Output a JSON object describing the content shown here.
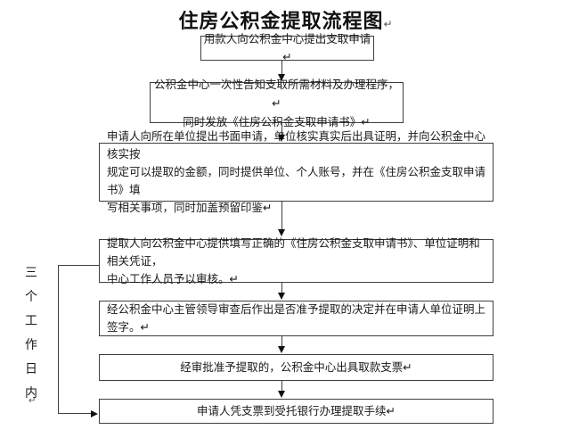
{
  "colors": {
    "background": "#ffffff",
    "text": "#1a1a1a",
    "border": "#3f3f3f",
    "arrow": "#111111"
  },
  "title": {
    "text": "住房公积金提取流程图",
    "return_mark": "↵"
  },
  "side_label": {
    "chars": [
      "三",
      "个",
      "工",
      "作",
      "日",
      "内"
    ],
    "return_mark": "↵",
    "meaning": "三个工作日内"
  },
  "flow": {
    "boxes": [
      {
        "step": 1,
        "lines": [
          "用款人向公积金中心提出支取申请↵"
        ]
      },
      {
        "step": 2,
        "lines": [
          "公积金中心一次性告知支取所需材料及办理程序，↵",
          "同时发放《住房公积金支取申请书》↵"
        ]
      },
      {
        "step": 3,
        "lines": [
          "申请人向所在单位提出书面申请，单位核实真实后出具证明，并向公积金中心核实按",
          "规定可以提取的金额，同时提供单位、个人账号，并在《住房公积金支取申请书》填",
          "写相关事项，同时加盖预留印鉴↵"
        ]
      },
      {
        "step": 4,
        "lines": [
          "提取人向公积金中心提供填写正确的《住房公积金支取申请书》、单位证明和相关凭证，",
          "中心工作人员予以审核。↵"
        ]
      },
      {
        "step": 5,
        "lines": [
          "经公积金中心主管领导审查后作出是否准予提取的决定并在申请人单位证明上签字。↵"
        ]
      },
      {
        "step": 6,
        "lines": [
          "经审批准予提取的，公积金中心出具取款支票↵"
        ]
      },
      {
        "step": 7,
        "lines": [
          "申请人凭支票到受托银行办理提取手续↵"
        ]
      }
    ]
  }
}
